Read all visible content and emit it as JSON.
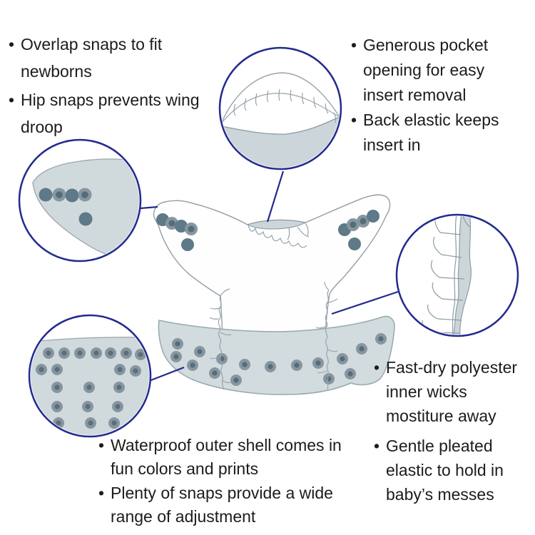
{
  "ui": {
    "bullet_char": "•"
  },
  "blocks": {
    "top_left": {
      "bullets": [
        "Overlap snaps to fit\nnewborns",
        "Hip snaps prevents wing\ndroop"
      ]
    },
    "top_right": {
      "bullets": [
        "Generous pocket\nopening for easy\ninsert removal",
        "Back elastic keeps\ninsert in"
      ]
    },
    "bottom_right": {
      "bullets": [
        "Fast-dry polyester\ninner wicks\nmostiture away",
        "Gentle pleated\nelastic to hold in\nbaby’s messes"
      ]
    },
    "bottom_center": {
      "bullets": [
        "Waterproof outer shell comes in\nfun colors and prints",
        "Plenty of snaps provide a wide\nrange of adjustment"
      ]
    }
  },
  "colors": {
    "accent_navy": "#232a8f",
    "shell_outline": "#98a4ab",
    "fabric_gray": "#d2dbde",
    "detail_line": "#8d9ba3",
    "snap_solid": "#5e7987",
    "snap_ring_outer": "#8796a0",
    "snap_ring_inner": "#546d7a",
    "text": "#1c1c1c",
    "background": "#ffffff"
  }
}
